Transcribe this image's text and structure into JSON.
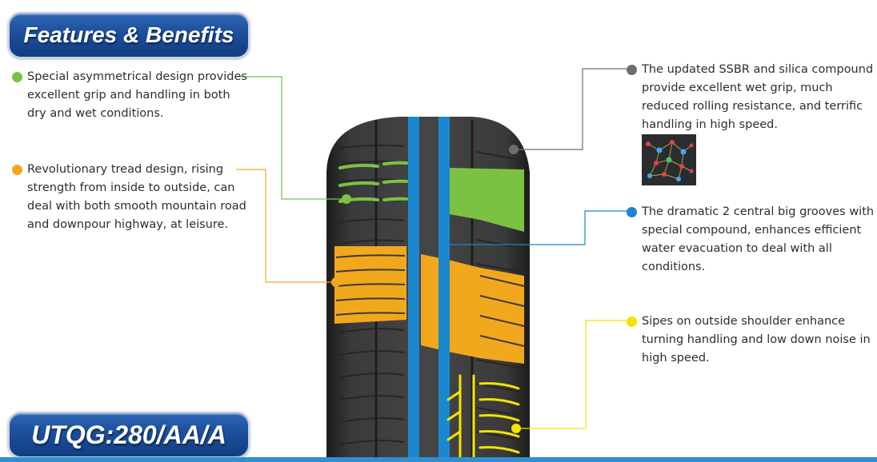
{
  "header": {
    "title": "Features & Benefits"
  },
  "footer": {
    "utqg": "UTQG:280/AA/A"
  },
  "colors": {
    "green": "#7cc242",
    "orange": "#f2a81d",
    "gray": "#6e6e6e",
    "blue": "#1a87cf",
    "yellow": "#f2e600"
  },
  "features": {
    "green": {
      "text": "Special asymmetrical design provides excellent grip and handling in both dry and wet conditions."
    },
    "orange": {
      "text": "Revolutionary tread design, rising strength from inside to outside, can deal with both smooth mountain road and downpour highway, at leisure."
    },
    "gray": {
      "text": "The updated SSBR and silica compound provide excellent wet grip, much reduced rolling resistance, and terrific handling in high speed."
    },
    "blue": {
      "text": "The dramatic 2 central big grooves with special compound, enhances efficient water evacuation to deal with all conditions."
    },
    "yellow": {
      "text": "Sipes on outside shoulder enhance turning handling and low down noise in high speed."
    }
  },
  "icons": {
    "compound": "molecular-network-icon"
  }
}
